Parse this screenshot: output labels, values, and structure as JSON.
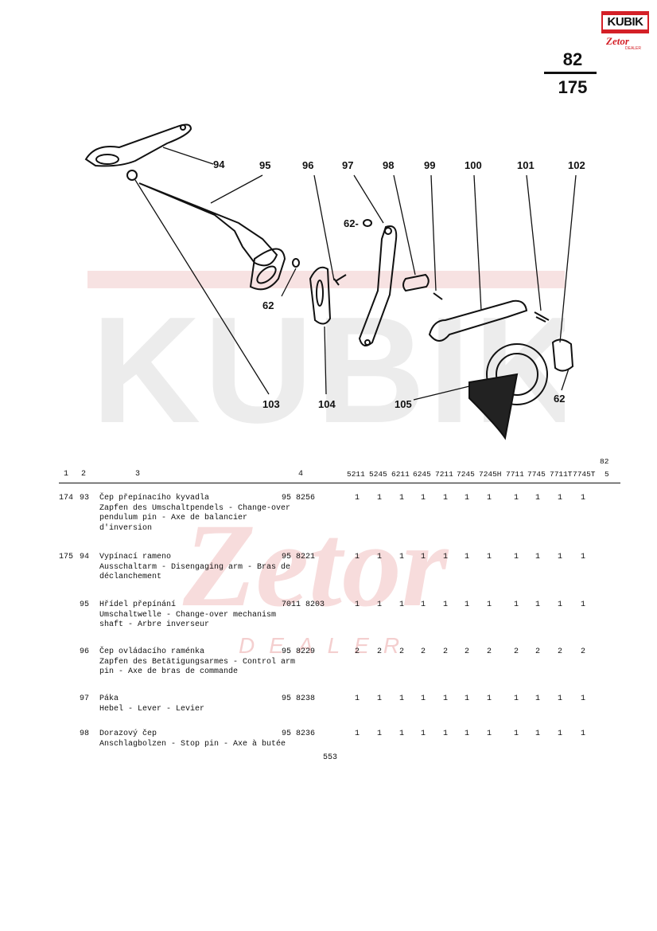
{
  "logo": {
    "word": "KUBIK",
    "sub": "Zetor",
    "dealer": "DEALER"
  },
  "page_ref": {
    "top": "82",
    "bottom": "175"
  },
  "watermark": {
    "word1": "KUBIK",
    "word2": "Zetor",
    "word3": "DEALER"
  },
  "callouts": [
    "94",
    "95",
    "96",
    "97",
    "98",
    "99",
    "100",
    "101",
    "102",
    "62-",
    "62",
    "62",
    "103",
    "104",
    "105"
  ],
  "header": {
    "col1": "1",
    "col2": "2",
    "col3": "3",
    "col4": "4",
    "models": [
      "5211",
      "5245",
      "6211",
      "6245",
      "7211",
      "7245",
      "7245H",
      "7711",
      "7745",
      "7711T",
      "7745T"
    ],
    "col5_top": "82",
    "col5": "5"
  },
  "rows": [
    {
      "pos": "174",
      "item": "93",
      "desc": [
        "Čep přepínacího kyvadla",
        "Zapfen des Umschaltpendels - Change-over",
        "pendulum pin - Axe de balancier",
        "d'inversion"
      ],
      "part": "95 8256",
      "qty": [
        "1",
        "1",
        "1",
        "1",
        "1",
        "1",
        "1",
        "1",
        "1",
        "1",
        "1"
      ]
    },
    {
      "pos": "175",
      "item": "94",
      "desc": [
        "Vypínací rameno",
        "Ausschaltarm - Disengaging arm - Bras de",
        "déclanchement"
      ],
      "part": "95 8221",
      "qty": [
        "1",
        "1",
        "1",
        "1",
        "1",
        "1",
        "1",
        "1",
        "1",
        "1",
        "1"
      ]
    },
    {
      "pos": "",
      "item": "95",
      "desc": [
        "Hřídel přepínání",
        "Umschaltwelle - Change-over mechanism",
        "shaft - Arbre inverseur"
      ],
      "part": "7011 8203",
      "qty": [
        "1",
        "1",
        "1",
        "1",
        "1",
        "1",
        "1",
        "1",
        "1",
        "1",
        "1"
      ]
    },
    {
      "pos": "",
      "item": "96",
      "desc": [
        "Čep ovládacího raménka",
        "Zapfen des Betätigungsarmes - Control arm",
        "pin - Axe de bras de commande"
      ],
      "part": "95 8229",
      "qty": [
        "2",
        "2",
        "2",
        "2",
        "2",
        "2",
        "2",
        "2",
        "2",
        "2",
        "2"
      ]
    },
    {
      "pos": "",
      "item": "97",
      "desc": [
        "Páka",
        "Hebel - Lever - Levier"
      ],
      "part": "95 8238",
      "qty": [
        "1",
        "1",
        "1",
        "1",
        "1",
        "1",
        "1",
        "1",
        "1",
        "1",
        "1"
      ]
    },
    {
      "pos": "",
      "item": "98",
      "desc": [
        "Dorazový čep",
        "Anschlagbolzen - Stop pin - Axe à butée"
      ],
      "part": "95 8236",
      "qty": [
        "1",
        "1",
        "1",
        "1",
        "1",
        "1",
        "1",
        "1",
        "1",
        "1",
        "1"
      ]
    }
  ],
  "footer": "553"
}
